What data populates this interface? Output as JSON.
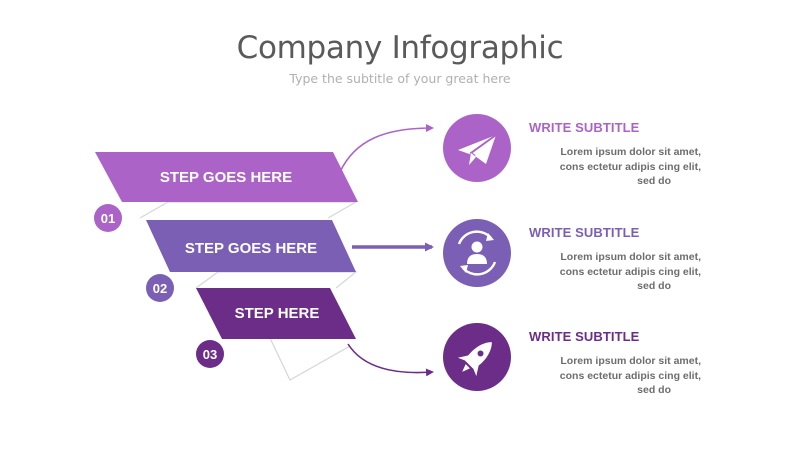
{
  "header": {
    "title": "Company Infographic",
    "subtitle": "Type the subtitle of your great here"
  },
  "steps": [
    {
      "label": "STEP GOES HERE",
      "number": "01"
    },
    {
      "label": "STEP GOES HERE",
      "number": "02"
    },
    {
      "label": "STEP HERE",
      "number": "03"
    }
  ],
  "items": [
    {
      "icon": "paper-plane-icon",
      "title": "WRITE SUBTITLE",
      "text": [
        "Lorem ipsum dolor sit amet,",
        "cons ectetur adipis cing elit,",
        "sed do"
      ]
    },
    {
      "icon": "user-cycle-icon",
      "title": "WRITE SUBTITLE",
      "text": [
        "Lorem ipsum dolor sit amet,",
        "cons ectetur adipis cing elit,",
        "sed do"
      ]
    },
    {
      "icon": "rocket-icon",
      "title": "WRITE SUBTITLE",
      "text": [
        "Lorem ipsum dolor sit amet,",
        "cons ectetur adipis cing elit,",
        "sed do"
      ]
    }
  ],
  "colors": {
    "step1": "#ac63c8",
    "step2": "#7a5fb4",
    "step3": "#6b2d88",
    "title": "#5a5a5a",
    "subtitle": "#b0b0b0",
    "body": "#6d6d6d"
  }
}
